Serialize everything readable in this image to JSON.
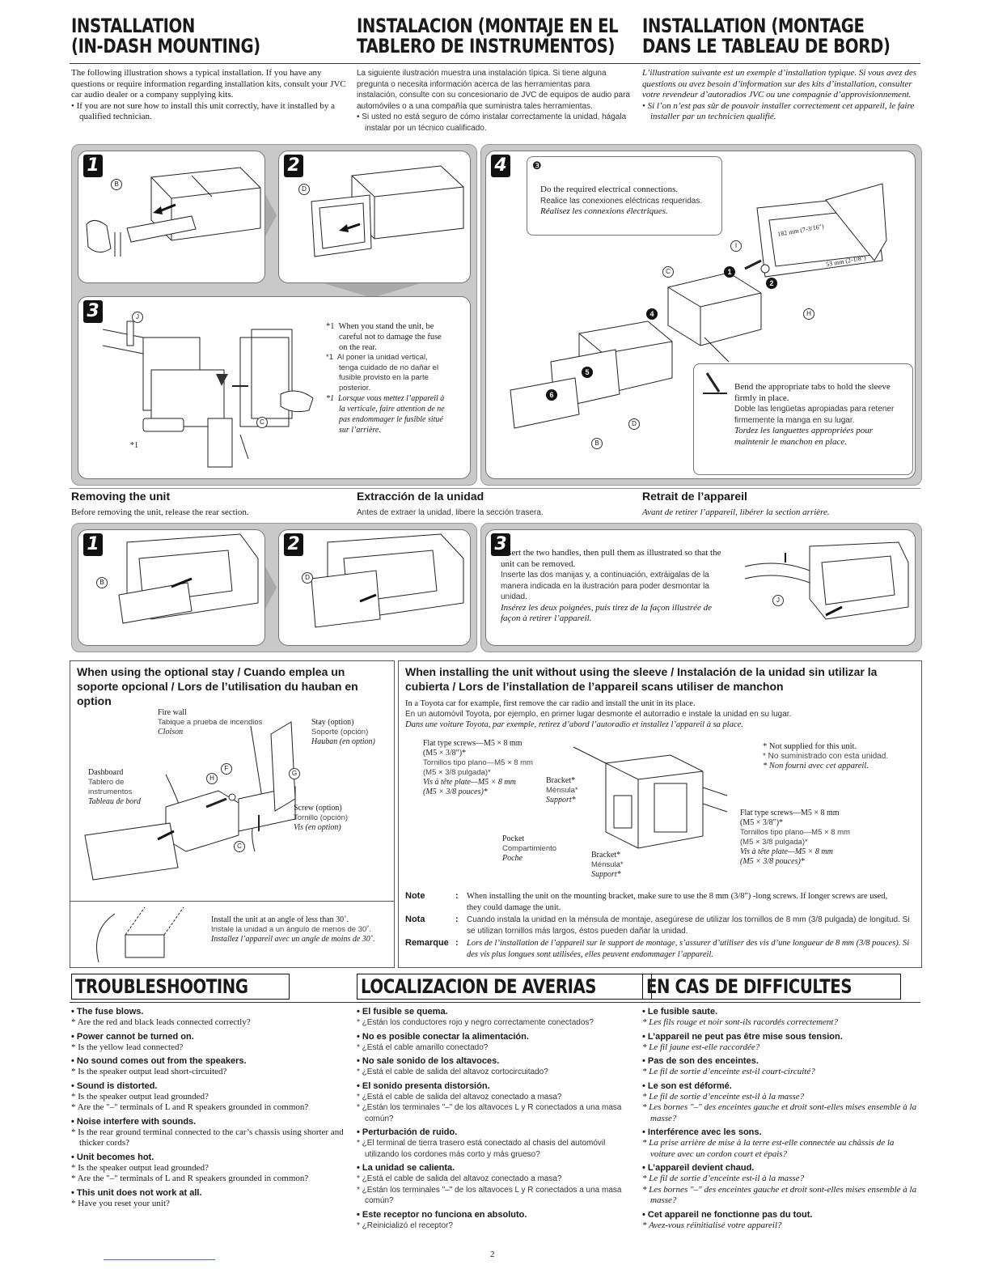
{
  "install": {
    "en_title": [
      "INSTALLATION",
      "(IN-DASH MOUNTING)"
    ],
    "es_title": [
      "INSTALACION (MONTAJE EN EL",
      "TABLERO DE INSTRUMENTOS)"
    ],
    "fr_title": [
      "INSTALLATION (MONTAGE",
      "DANS LE TABLEAU DE BORD)"
    ],
    "en_intro": "The following illustration shows a typical installation. If you have any questions or require information regarding installation kits, consult your JVC car audio dealer or a company supplying kits.",
    "en_bullet": "If you are not sure how to install this unit correctly, have it installed by a qualified technician.",
    "es_intro": "La siguiente ilustración muestra una instalación típica. Si tiene alguna pregunta o necesita información acerca de las herramientas para instalación, consulte con su concesionario de JVC de equipos de audio para automóviles o a una compañía que suministra tales herramientas.",
    "es_bullet": "Si usted no está seguro de cómo instalar correctamente la unidad, hágala instalar por un técnico cualificado.",
    "fr_intro": "L’illustration suivante est un exemple d’installation typique. Si vous avez des questions ou avez besoin d’information sur des kits d’installation, consulter votre revendeur d’autoradios JVC ou une compagnie d’approvisionnement.",
    "fr_bullet": "Si l’on n’est pas sûr de pouvoir installer correctement cet appareil, le faire installer par un technicien qualifié."
  },
  "steps": {
    "s1": "1",
    "s2": "2",
    "s3": "3",
    "s4": "4",
    "callout3_num": "❸",
    "callout3_en": "Do the required electrical connections.",
    "callout3_es": "Realice las conexiones eléctricas requeridas.",
    "callout3_fr": "Réalisez les connexions électriques.",
    "stand_en": "When you stand the unit, be careful not to damage the fuse on the rear.",
    "stand_es": "Al poner la unidad vertical, tenga cuidado de no dañar el fusible provisto en la parte posterior.",
    "stand_fr": "Lorsque vous mettez l’appareil à la verticale, faire attention de ne pas endommager le fusible situé sur l’arrière.",
    "star1": "*1",
    "bend_en": "Bend the appropriate tabs to hold the sleeve firmly in place.",
    "bend_es": "Doble las lengüetas apropiadas para retener firmemente la manga en su lugar.",
    "bend_fr": "Tordez les languettes appropriées pour maintenir le manchon en place.",
    "dim1": "182 mm (7-3/16\")",
    "dim2": "53 mm (2-1/8\")",
    "letters": {
      "B": "B",
      "C": "C",
      "D": "D",
      "H": "H",
      "I": "I",
      "J": "J"
    },
    "bullets": {
      "b1": "1",
      "b2": "2",
      "b4": "4",
      "b5": "5",
      "b6": "6"
    }
  },
  "removing": {
    "en_title": "Removing the unit",
    "es_title": "Extracción de la unidad",
    "fr_title": "Retrait de l’appareil",
    "en_text": "Before removing the unit, release the rear section.",
    "es_text": "Antes de extraer la unidad, libere la sección trasera.",
    "fr_text": "Avant de retirer l’appareil, libérer la section arrière.",
    "step3_en": "Insert the two handles, then pull them as illustrated so that the unit can be removed.",
    "step3_es": "Inserte las dos manijas y, a continuación, extráigalas de la manera indicada en la ilustración para poder desmontar la unidad.",
    "step3_fr": "Insérez les deux poignées, puis tirez de la façon illustrée de façon à retirer l’appareil."
  },
  "stay": {
    "title": "When using the optional stay / Cuando emplea un soporte opcional / Lors de l’utilisation du hauban en option",
    "firewall": [
      "Fire wall",
      "Tabique a prueba de incendios",
      "Cloison"
    ],
    "stay_opt": [
      "Stay (option)",
      "Soporte (opción)",
      "Hauban (en option)"
    ],
    "dashboard": [
      "Dashboard",
      "Tablero de instrumentos",
      "Tableau de bord"
    ],
    "screw_opt": [
      "Screw (option)",
      "Tornillo (opción)",
      "Vis (en option)"
    ],
    "angle_en": "Install the unit at an angle of less than 30˚.",
    "angle_es": "Instale la unidad a un ángulo de menos de 30˚.",
    "angle_fr": "Installez l’appareil avec un angle de moins de 30˚.",
    "letters": {
      "F": "F",
      "G": "G",
      "H": "H",
      "C": "C"
    }
  },
  "sleeve": {
    "title": "When installing the unit without using the sleeve / Instalación de la unidad sin utilizar la cubierta / Lors de l’installation de l’appareil scans utiliser de manchon",
    "en_text": "In a Toyota car for example, first remove the car radio and install the unit in its place.",
    "es_text": "En un automóvil Toyota, por ejemplo, en primer lugar desmonte el autorradio e instale la unidad en su lugar.",
    "fr_text": "Dans une voiture Toyota, par exemple, retirez d’abord l’autoradio et installez l’appareil à sa place.",
    "flat1": [
      "Flat type screws—M5 × 8 mm",
      "(M5 × 3/8\")*",
      "Tornillos tipo plano—M5 × 8 mm",
      "(M5 × 3/8 pulgada)*",
      "Vis à tête plate—M5 × 8 mm",
      "(M5 × 3/8 pouces)*"
    ],
    "bracket1": [
      "Bracket*",
      "Ménsula*",
      "Support*"
    ],
    "pocket": [
      "Pocket",
      "Compartimiento",
      "Poche"
    ],
    "bracket2": [
      "Bracket*",
      "Ménsula*",
      "Support*"
    ],
    "flat2": [
      "Flat type screws—M5 × 8 mm",
      "(M5 × 3/8\")*",
      "Tornillos tipo plano—M5 × 8 mm",
      "(M5 × 3/8 pulgada)*",
      "Vis à tête plate—M5 × 8 mm",
      "(M5 × 3/8 pouces)*"
    ],
    "notsupplied": [
      "* Not supplied for this unit.",
      "* No suministrado con esta unidad.",
      "* Non fourni avec cet appareil."
    ],
    "note_en_label": "Note",
    "note_es_label": "Nota",
    "note_fr_label": "Remarque",
    "note_en": "When installing the unit on the mounting bracket, make sure to use the 8 mm (3/8\") -long screws. If longer screws are used, they could damage the unit.",
    "note_es": "Cuando instala la unidad en la ménsula de montaje, asegúrese de utilizar los tornillos de 8 mm (3/8 pulgada) de longitud. Si se utilizan tornillos más largos, éstos pueden dañar la unidad.",
    "note_fr": "Lors de l’installation de l’appareil sur le support de montage, s’assurer d’utiliser des vis d’une longueur de 8 mm (3/8 pouces). Si des vis plus longues sont utilisées, elles peuvent endommager l’appareil."
  },
  "troubleshooting": {
    "en_title": "TROUBLESHOOTING",
    "es_title": "LOCALIZACION DE AVERIAS",
    "fr_title": "EN CAS DE DIFFICULTES",
    "en": [
      {
        "s": "The fuse blows.",
        "a": [
          "Are the red and black leads connected correctly?"
        ]
      },
      {
        "s": "Power cannot be turned on.",
        "a": [
          "Is the yellow lead connected?"
        ]
      },
      {
        "s": "No sound comes out from the speakers.",
        "a": [
          "Is the speaker output lead short-circuited?"
        ]
      },
      {
        "s": "Sound is distorted.",
        "a": [
          "Is the speaker output lead grounded?",
          "Are the \"–\" terminals of L and R speakers grounded in common?"
        ]
      },
      {
        "s": "Noise interfere with sounds.",
        "a": [
          "Is the rear ground terminal connected to the car’s chassis using shorter and thicker cords?"
        ]
      },
      {
        "s": "Unit becomes hot.",
        "a": [
          "Is the speaker output lead grounded?",
          "Are the \"–\" terminals of L and R speakers grounded in common?"
        ]
      },
      {
        "s": "This unit does not work at all.",
        "a": [
          "Have you reset your unit?"
        ]
      }
    ],
    "es": [
      {
        "s": "El fusible se quema.",
        "a": [
          "¿Están los conductores rojo y negro correctamente conectados?"
        ]
      },
      {
        "s": "No es posible conectar la alimentación.",
        "a": [
          "¿Está el cable amarillo conectado?"
        ]
      },
      {
        "s": "No sale sonido de los altavoces.",
        "a": [
          "¿Está el cable de salida del altavoz cortocircuitado?"
        ]
      },
      {
        "s": "El sonido presenta distorsión.",
        "a": [
          "¿Está el cable de salida del altavoz conectado a masa?",
          "¿Están los terminales \"–\" de los altavoces L y R conectados a una masa común?"
        ]
      },
      {
        "s": "Perturbación de ruido.",
        "a": [
          "¿El terminal de tierra trasero está conectado al chasis del automóvil utilizando los cordones más corto y más grueso?"
        ]
      },
      {
        "s": "La unidad se calienta.",
        "a": [
          "¿Está el cable de salida del altavoz conectado a masa?",
          "¿Están los terminales \"–\" de los altavoces L y R conectados a una masa común?"
        ]
      },
      {
        "s": "Este receptor no funciona en absoluto.",
        "a": [
          "¿Reinicializó el receptor?"
        ]
      }
    ],
    "fr": [
      {
        "s": "Le fusible saute.",
        "a": [
          "Les fils rouge et noir sont-ils racordés correctement?"
        ]
      },
      {
        "s": "L’appareil ne peut pas être mise sous tension.",
        "a": [
          "Le fil jaune est-elle raccordée?"
        ]
      },
      {
        "s": "Pas de son des enceintes.",
        "a": [
          "Le fil de sortie d’enceinte est-il court-circuité?"
        ]
      },
      {
        "s": "Le son est déformé.",
        "a": [
          "Le fil de sortie d’enceinte est-il à la masse?",
          "Les bornes \"–\" des enceintes gauche et droit sont-elles mises ensemble à la masse?"
        ]
      },
      {
        "s": "Interférence avec les sons.",
        "a": [
          "La prise arrière de mise à la terre est-elle connectée au châssis de la voiture avec un cordon court et épais?"
        ]
      },
      {
        "s": "L’appareil devient chaud.",
        "a": [
          "Le fil de sortie d’enceinte est-il à la masse?",
          "Les bornes \"–\" des enceintes gauche et droit sont-elles mises ensemble à la masse?"
        ]
      },
      {
        "s": "Cet appareil ne fonctionne pas du tout.",
        "a": [
          "Avez-vous réinitialisé votre appareil?"
        ]
      }
    ]
  },
  "page_number": "2",
  "colors": {
    "panel_gray": "#c9c9c9",
    "link_blue": "#3b6fd4"
  }
}
